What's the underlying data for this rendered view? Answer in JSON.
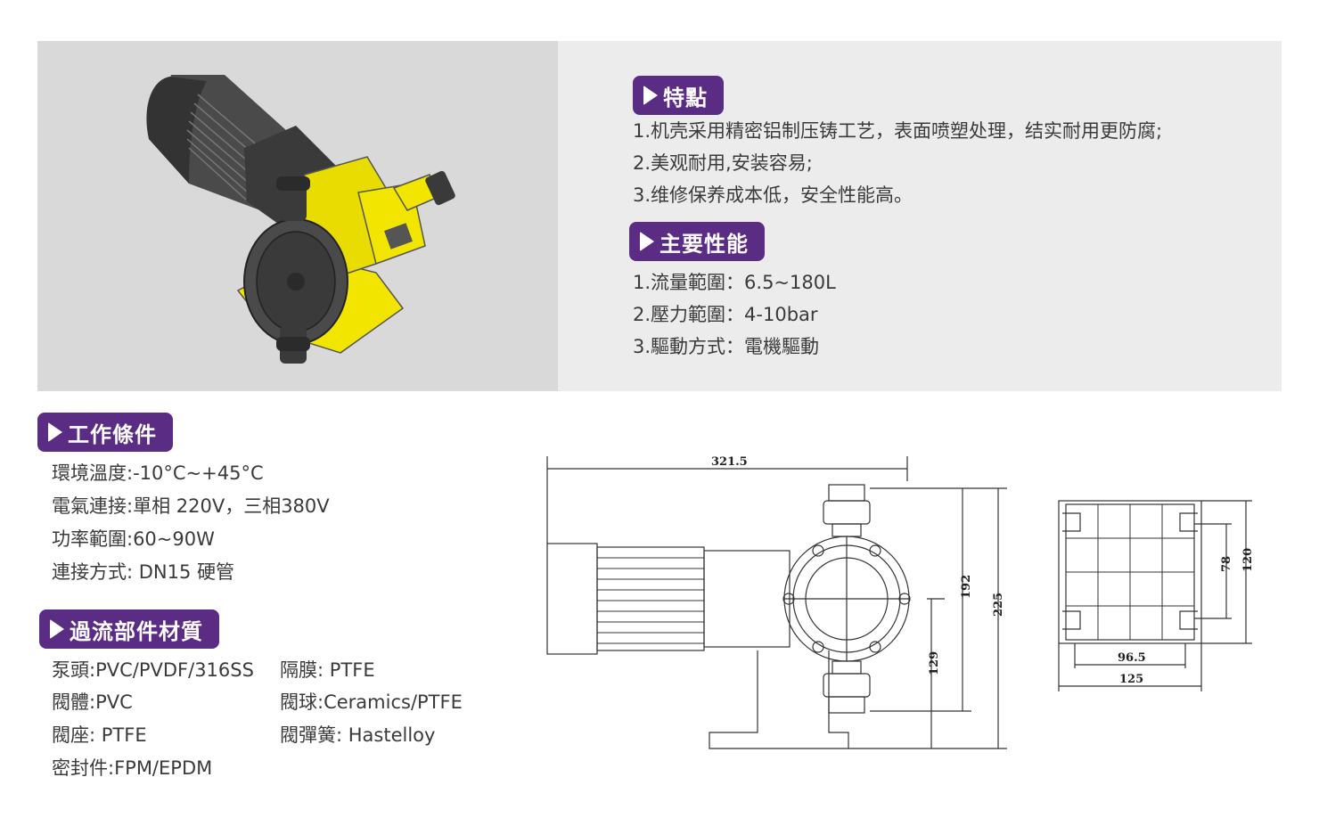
{
  "features": {
    "title": "特點",
    "items": [
      "1.机壳采用精密铝制压铸工艺，表面喷塑处理，结实耐用更防腐;",
      "2.美观耐用,安装容易;",
      "3.维修保养成本低，安全性能高。"
    ]
  },
  "performance": {
    "title": "主要性能",
    "items": [
      "1.流量範圍：6.5~180L",
      "2.壓力範圍：4-10bar",
      "3.驅動方式：電機驅動"
    ]
  },
  "conditions": {
    "title": "工作條件",
    "items": [
      "環境溫度:-10°C~+45°C",
      "電氣連接:單相 220V，三相380V",
      "功率範圍:60~90W",
      "連接方式: DN15 硬管"
    ]
  },
  "materials": {
    "title": "過流部件材質",
    "left": [
      "泵頭:PVC/PVDF/316SS",
      "閥體:PVC",
      "閥座: PTFE",
      "密封件:FPM/EPDM"
    ],
    "right": [
      "隔膜: PTFE",
      "閥球:Ceramics/PTFE",
      "閥彈簧: Hastelloy"
    ]
  },
  "dimensions": {
    "width_total": "321.5",
    "height_192": "192",
    "height_225": "225",
    "height_129": "129",
    "base_78": "78",
    "base_120": "120",
    "base_96_5": "96.5",
    "base_125": "125"
  },
  "colors": {
    "accent": "#5b2c83",
    "pump_yellow": "#f2e600",
    "motor_dark": "#3c3c3c"
  }
}
